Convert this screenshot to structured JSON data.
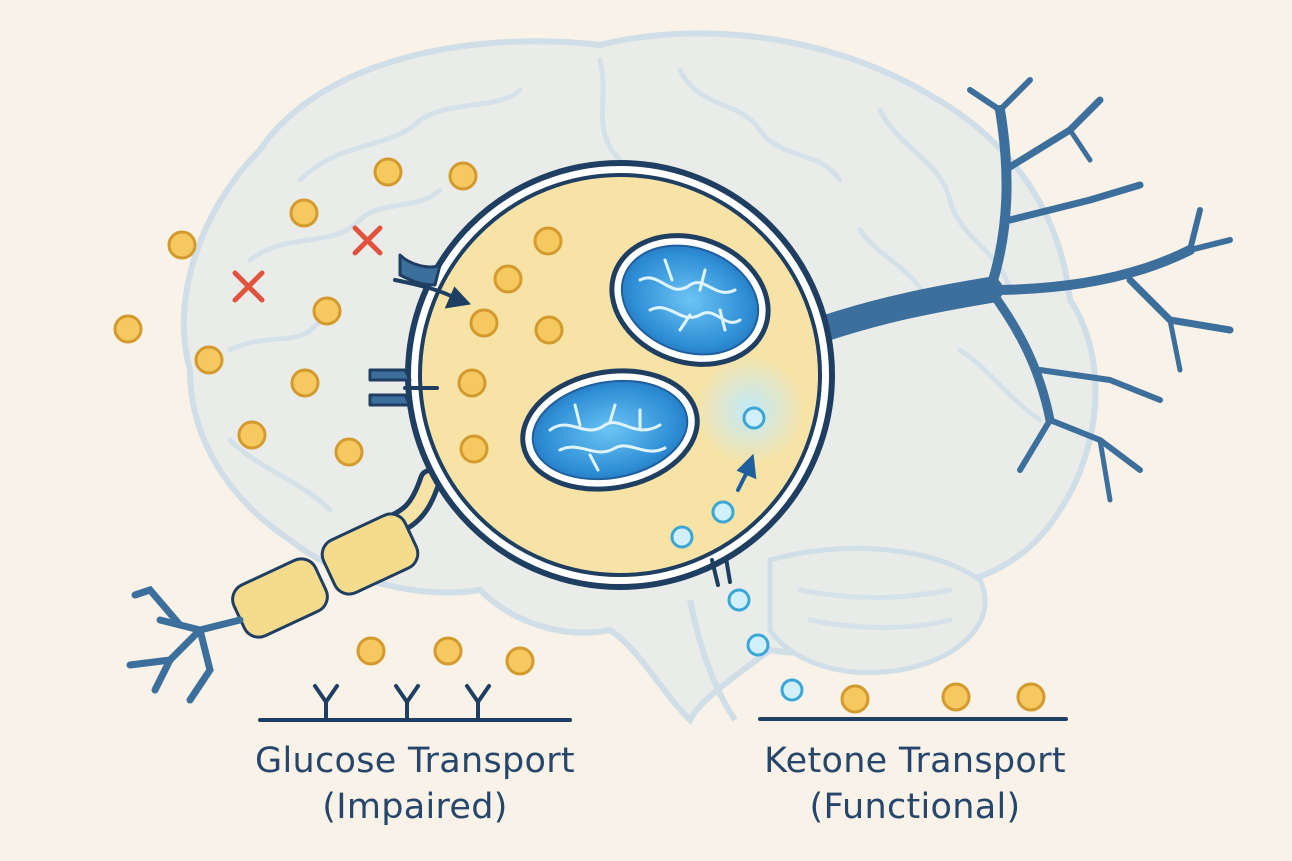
{
  "labels": {
    "glucose_title": "Glucose Transport",
    "glucose_status": "(Impaired)",
    "ketone_title": "Ketone Transport",
    "ketone_status": "(Functional)"
  },
  "colors": {
    "background": "#f9f2e8",
    "brain_fill": "#e9ecea",
    "brain_stroke": "#c4d8e6",
    "outline": "#1f3f62",
    "neuron_blue": "#3d6f9c",
    "soma_fill": "#f7e3a6",
    "glucose": "#f6c860",
    "glucose_stroke": "#d39a2e",
    "ketone": "#d2f0fb",
    "ketone_stroke": "#3aa7d6",
    "mitochondrion": "#2f8fd6",
    "blocked_mark": "#e0533c",
    "caption_text": "#27466b"
  },
  "icons": [
    "brain-silhouette",
    "neuron",
    "mitochondrion",
    "glucose-molecule",
    "ketone-molecule",
    "blocked-x-icon",
    "transporter-receptor",
    "arrow-icon",
    "myelin-sheath"
  ]
}
